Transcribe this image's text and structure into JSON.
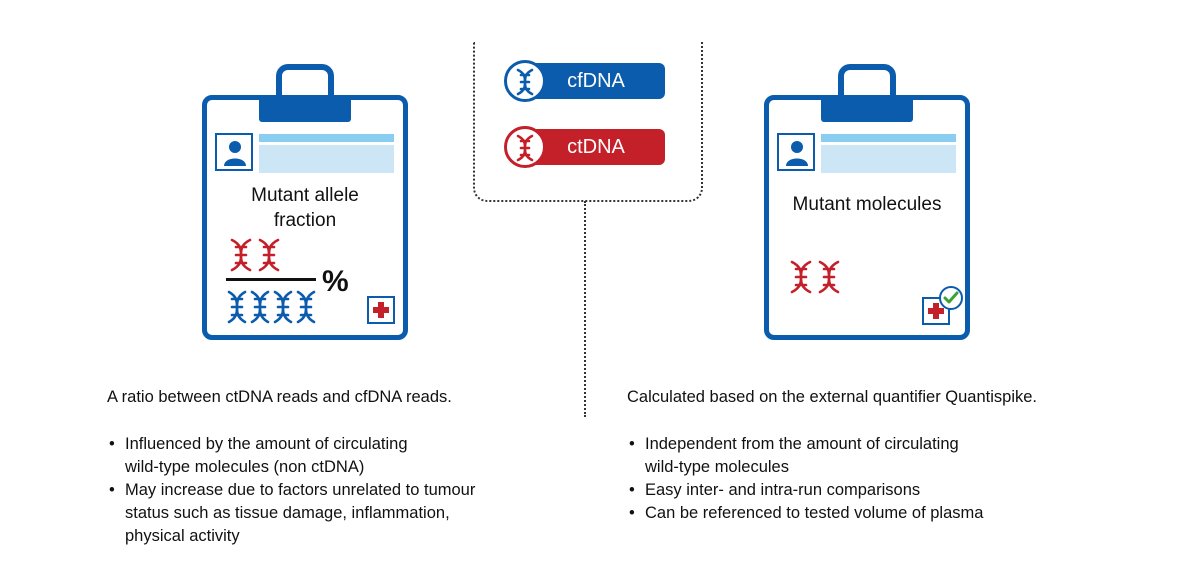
{
  "legend": {
    "cfdna": {
      "label": "cfDNA",
      "color": "#0b5cad"
    },
    "ctdna": {
      "label": "ctDNA",
      "color": "#c3202a"
    }
  },
  "left_panel": {
    "card_title_line1": "Mutant allele",
    "card_title_line2": "fraction",
    "percent_symbol": "%",
    "lead": "A ratio between ctDNA reads and cfDNA reads.",
    "bullets": [
      {
        "line1": "Influenced by the amount of circulating",
        "line2": "wild-type molecules (non ctDNA)"
      },
      {
        "line1": "May increase due to factors unrelated to tumour",
        "line2": "status such as tissue damage, inflammation,",
        "line3": "physical activity"
      }
    ]
  },
  "right_panel": {
    "card_title": "Mutant molecules",
    "lead": "Calculated based on the external quantifier Quantispike.",
    "bullets": [
      {
        "line1": "Independent from the amount of circulating",
        "line2": "wild-type molecules"
      },
      {
        "line1": "Easy inter- and intra-run comparisons"
      },
      {
        "line1": "Can be referenced to tested volume of plasma"
      }
    ]
  },
  "colors": {
    "primary_blue": "#0b5cad",
    "red": "#c3202a",
    "light_blue": "#89cef0",
    "pale_blue": "#cde6f6",
    "check_green": "#3aa335"
  },
  "icons": [
    "dna-helix-icon",
    "person-icon",
    "medical-cross-icon",
    "checkmark-icon"
  ]
}
